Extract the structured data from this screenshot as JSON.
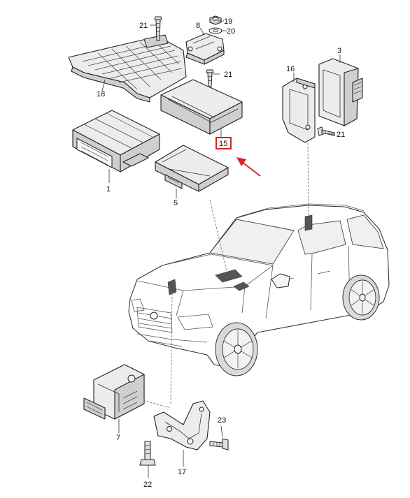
{
  "callouts": [
    {
      "id": "c1",
      "text": "1"
    },
    {
      "id": "c3",
      "text": "3"
    },
    {
      "id": "c5",
      "text": "5"
    },
    {
      "id": "c7",
      "text": "7"
    },
    {
      "id": "c8",
      "text": "8"
    },
    {
      "id": "c15",
      "text": "15"
    },
    {
      "id": "c16",
      "text": "16"
    },
    {
      "id": "c17",
      "text": "17"
    },
    {
      "id": "c18",
      "text": "18"
    },
    {
      "id": "c19",
      "text": "19"
    },
    {
      "id": "c20",
      "text": "20"
    },
    {
      "id": "c21a",
      "text": "21"
    },
    {
      "id": "c21b",
      "text": "21"
    },
    {
      "id": "c21c",
      "text": "21"
    },
    {
      "id": "c22",
      "text": "22"
    },
    {
      "id": "c23",
      "text": "23"
    }
  ],
  "highlight": {
    "callout": "15",
    "box_color": "#e02020",
    "arrow_color": "#e02020"
  },
  "icons": [
    "car-icon",
    "control-unit-icon",
    "bracket-icon",
    "screw-icon",
    "nut-icon",
    "washer-icon",
    "arrow-icon"
  ]
}
